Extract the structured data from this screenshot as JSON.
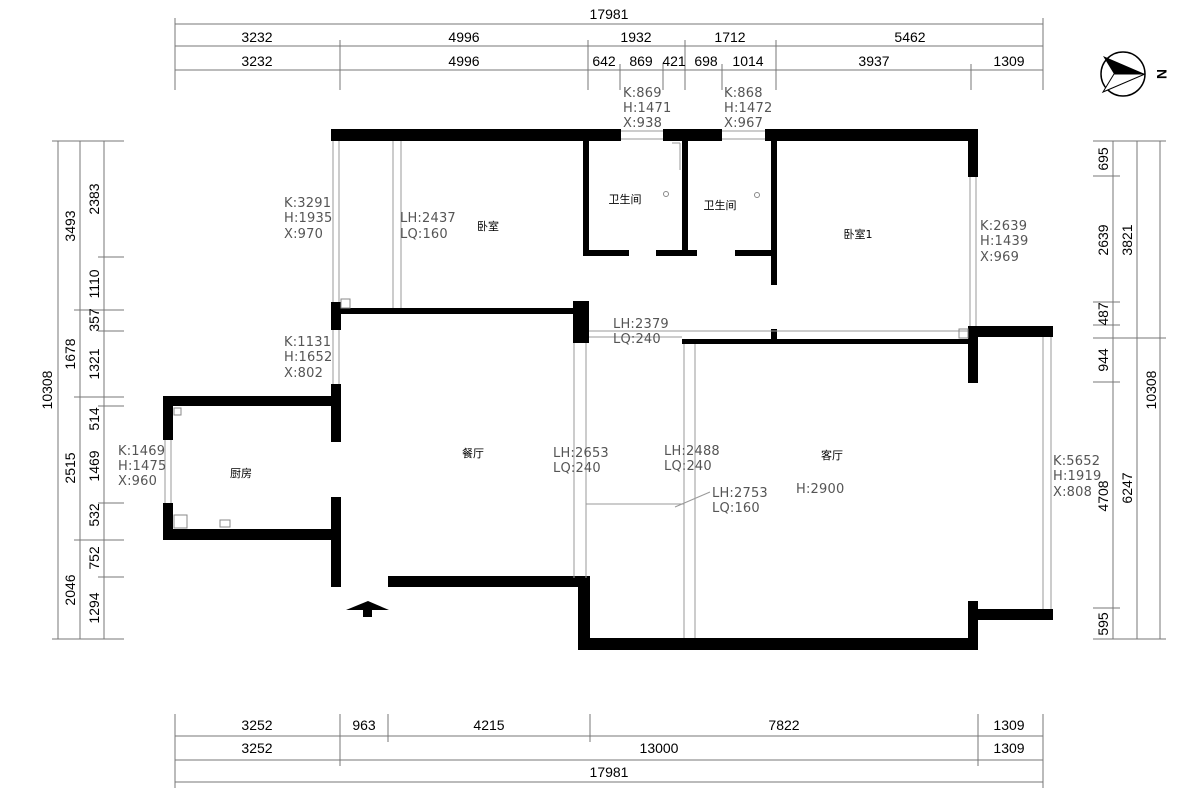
{
  "compass": {
    "label": "N"
  },
  "top_dims": {
    "total": "17981",
    "row1": [
      "3232",
      "4996",
      "1932",
      "1712",
      "5462"
    ],
    "row2": [
      "3232",
      "4996",
      "642",
      "869",
      "421",
      "698",
      "1014",
      "3937",
      "1309"
    ]
  },
  "bottom_dims": {
    "row1": [
      "3252",
      "963",
      "4215",
      "7822",
      "1309"
    ],
    "row2": [
      "3252",
      "13000",
      "1309"
    ],
    "total": "17981"
  },
  "left_dims": {
    "total": "10308",
    "mid": [
      "3493",
      "1678",
      "2515",
      "2046"
    ],
    "inner": [
      "2383",
      "1110",
      "357",
      "1321",
      "514",
      "1469",
      "532",
      "752",
      "1294"
    ]
  },
  "right_dims": {
    "total": "10308",
    "mid": [
      "3821",
      "6247"
    ],
    "inner": [
      "695",
      "2639",
      "487",
      "944",
      "4708",
      "595"
    ]
  },
  "rooms": {
    "bedroom": "卧室",
    "bath1": "卫生间",
    "bath2": "卫生间",
    "bedroom1": "卧室1",
    "kitchen": "厨房",
    "dining": "餐厅",
    "living": "客厅"
  },
  "windows": {
    "w_bath1": [
      "K:869",
      "H:1471",
      "X:938"
    ],
    "w_bath2": [
      "K:868",
      "H:1472",
      "X:967"
    ],
    "w_bedroom_left": [
      "K:3291",
      "H:1935",
      "X:970"
    ],
    "w_bedroom1_right": [
      "K:2639",
      "H:1439",
      "X:969"
    ],
    "w_dining_left": [
      "K:1131",
      "H:1652",
      "X:802"
    ],
    "w_kitchen": [
      "K:1469",
      "H:1475",
      "X:960"
    ],
    "w_living_right": [
      "K:5652",
      "H:1919",
      "X:808"
    ]
  },
  "beams": {
    "b_bedroom": [
      "LH:2437",
      "LQ:160"
    ],
    "b_corridor": [
      "LH:2379",
      "LQ:240"
    ],
    "b_dining": [
      "LH:2653",
      "LQ:240"
    ],
    "b_living1": [
      "LH:2488",
      "LQ:240"
    ],
    "b_living2": [
      "LH:2753",
      "LQ:160"
    ]
  },
  "heights": {
    "living": "H:2900"
  }
}
